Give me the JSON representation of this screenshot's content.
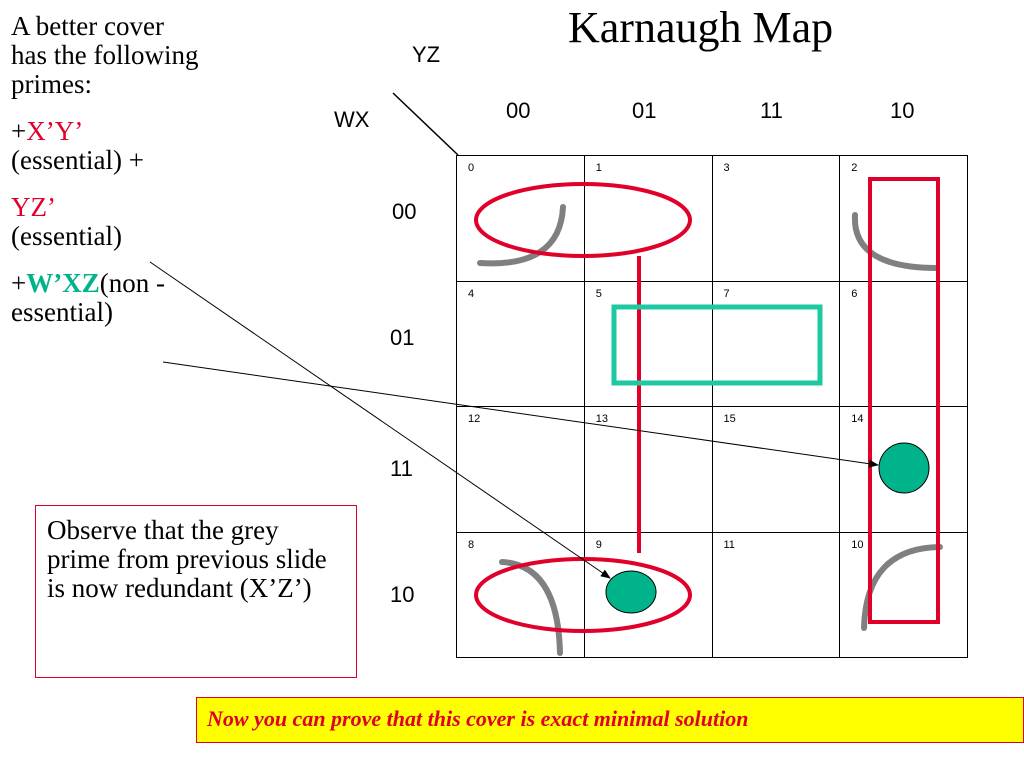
{
  "title": "Karnaugh Map",
  "left_panel": {
    "intro": "A better cover has the following primes:",
    "prime1_prefix": "+",
    "prime1": "X’Y’",
    "prime1_note": "(essential) +",
    "prime2": "YZ’",
    "prime2_note": "(essential)",
    "prime3_prefix": "+",
    "prime3": "W’XZ",
    "prime3_note": "(non -essential)"
  },
  "kmap": {
    "col_var_label": "YZ",
    "row_var_label": "WX",
    "col_headers": [
      "00",
      "01",
      "11",
      "10"
    ],
    "row_headers": [
      "00",
      "01",
      "11",
      "10"
    ],
    "minterms": [
      [
        "0",
        "1",
        "3",
        "2"
      ],
      [
        "4",
        "5",
        "7",
        "6"
      ],
      [
        "12",
        "13",
        "15",
        "14"
      ],
      [
        "8",
        "9",
        "11",
        "10"
      ]
    ]
  },
  "observe_note": "Observe that the grey prime from previous slide is now redundant (X’Z’)",
  "bottom_banner": "Now you can prove that this cover is exact minimal solution",
  "colors": {
    "red": "#e0002a",
    "green": "#00b38a",
    "teal": "#1ec8a0",
    "grey": "#808080",
    "banner_bg": "#ffff00"
  }
}
